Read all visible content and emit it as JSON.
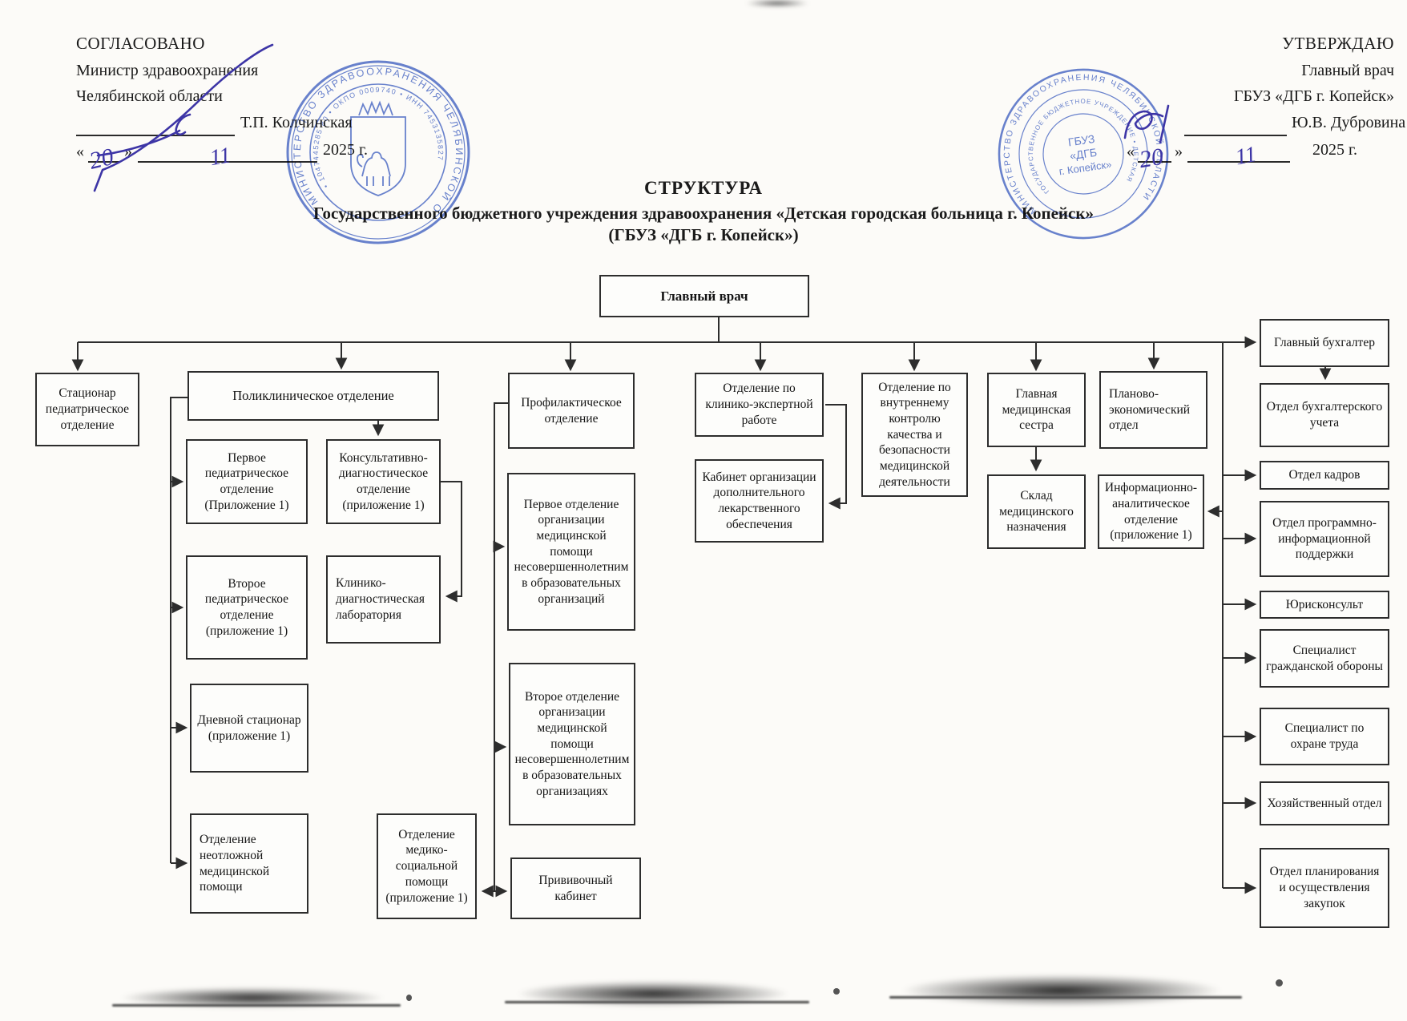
{
  "approvals": {
    "qo": "«",
    "qc": "»",
    "left": {
      "heading": "СОГЛАСОВАНО",
      "line1": "Министр здравоохранения",
      "line2": "Челябинской области",
      "name": "Т.П. Колчинская",
      "day": "20",
      "month": "11",
      "year": "2025 г."
    },
    "right": {
      "heading": "УТВЕРЖДАЮ",
      "line1": "Главный врач",
      "line2": "ГБУЗ «ДГБ г. Копейск»",
      "name": "Ю.В. Дубровина",
      "day": "20",
      "month": "11",
      "year": "2025  г."
    }
  },
  "title": {
    "line1": "СТРУКТУРА",
    "line2": "Государственного бюджетного учреждения здравоохранения  «Детская городская больница г. Копейск»",
    "line3": "(ГБУЗ «ДГБ г. Копейск»)"
  },
  "stamps": {
    "left": {
      "ring1": "МИНИСТЕРСТВО  ЗДРАВООХРАНЕНИЯ  ЧЕЛЯБИНСКОЙ  ОБЛАСТИ",
      "ring2": "• 1047445285 80 • ОКПО 0009740 • ИНН 7453135827"
    },
    "right": {
      "ring1": "МИНИСТЕРСТВО ЗДРАВООХРАНЕНИЯ ЧЕЛЯБИНСКОЙ ОБЛАСТИ",
      "ring2": "ГОСУДАРСТВЕННОЕ БЮДЖЕТНОЕ УЧРЕЖДЕНИЕ • ДЕТСКАЯ ГОРОДСКАЯ",
      "center1": "ГБУЗ",
      "center2": "«ДГБ",
      "center3": "г. Копейск»"
    }
  },
  "org": {
    "glavny_vrach": "Главный врач",
    "stacionar": "Стационар педиатрическое отделение",
    "poliklinika": "Поликлиническое отделение",
    "profilaktika": "Профилактическое отделение",
    "kliniko_expert": "Отделение по клинико-экспертной работе",
    "vnutr_kontrol": "Отделение по внутреннему контролю качества и безопасности медицинской деятельности",
    "glav_sestra": "Главная медицинская сестра",
    "planovo": "Планово-экономический отдел",
    "glav_buh": "Главный бухгалтер",
    "pervoe_ped": "Первое педиатрическое отделение (Приложение 1)",
    "konsult": "Консультативно-диагностическое отделение (приложение 1)",
    "vtoroe_ped": "Второе педиатрическое отделение (приложение 1)",
    "kdl": "Клинико-диагностическая лаборатория",
    "dnevnoy": "Дневной стационар (приложение 1)",
    "neotlozhka": "Отделение неотложной медицинской помощи",
    "medsoc": "Отделение медико-социальной помощи (приложение 1)",
    "pervoe_org": "Первое отделение организации медицинской помощи несовершеннолетним в образовательных организаций",
    "vtoroe_org": "Второе отделение организации медицинской помощи несовершеннолетним в образовательных организациях",
    "privivka": "Прививочный кабинет",
    "kabinet_lek": "Кабинет организации дополнительного лекарственного обеспечения",
    "sklad": "Склад медицинского назначения",
    "inform_analit": "Информационно-аналитическое отделение (приложение 1)",
    "otdel_buh": "Отдел бухгалтерского учета",
    "otdel_kadrov": "Отдел кадров",
    "otdel_prog": "Отдел программно-информационной поддержки",
    "yurist": "Юрисконсульт",
    "spec_go": "Специалист гражданской обороны",
    "spec_ot": "Специалист по охране труда",
    "hoz_otdel": "Хозяйственный отдел",
    "otdel_plan": "Отдел планирования и осуществления закупок"
  }
}
